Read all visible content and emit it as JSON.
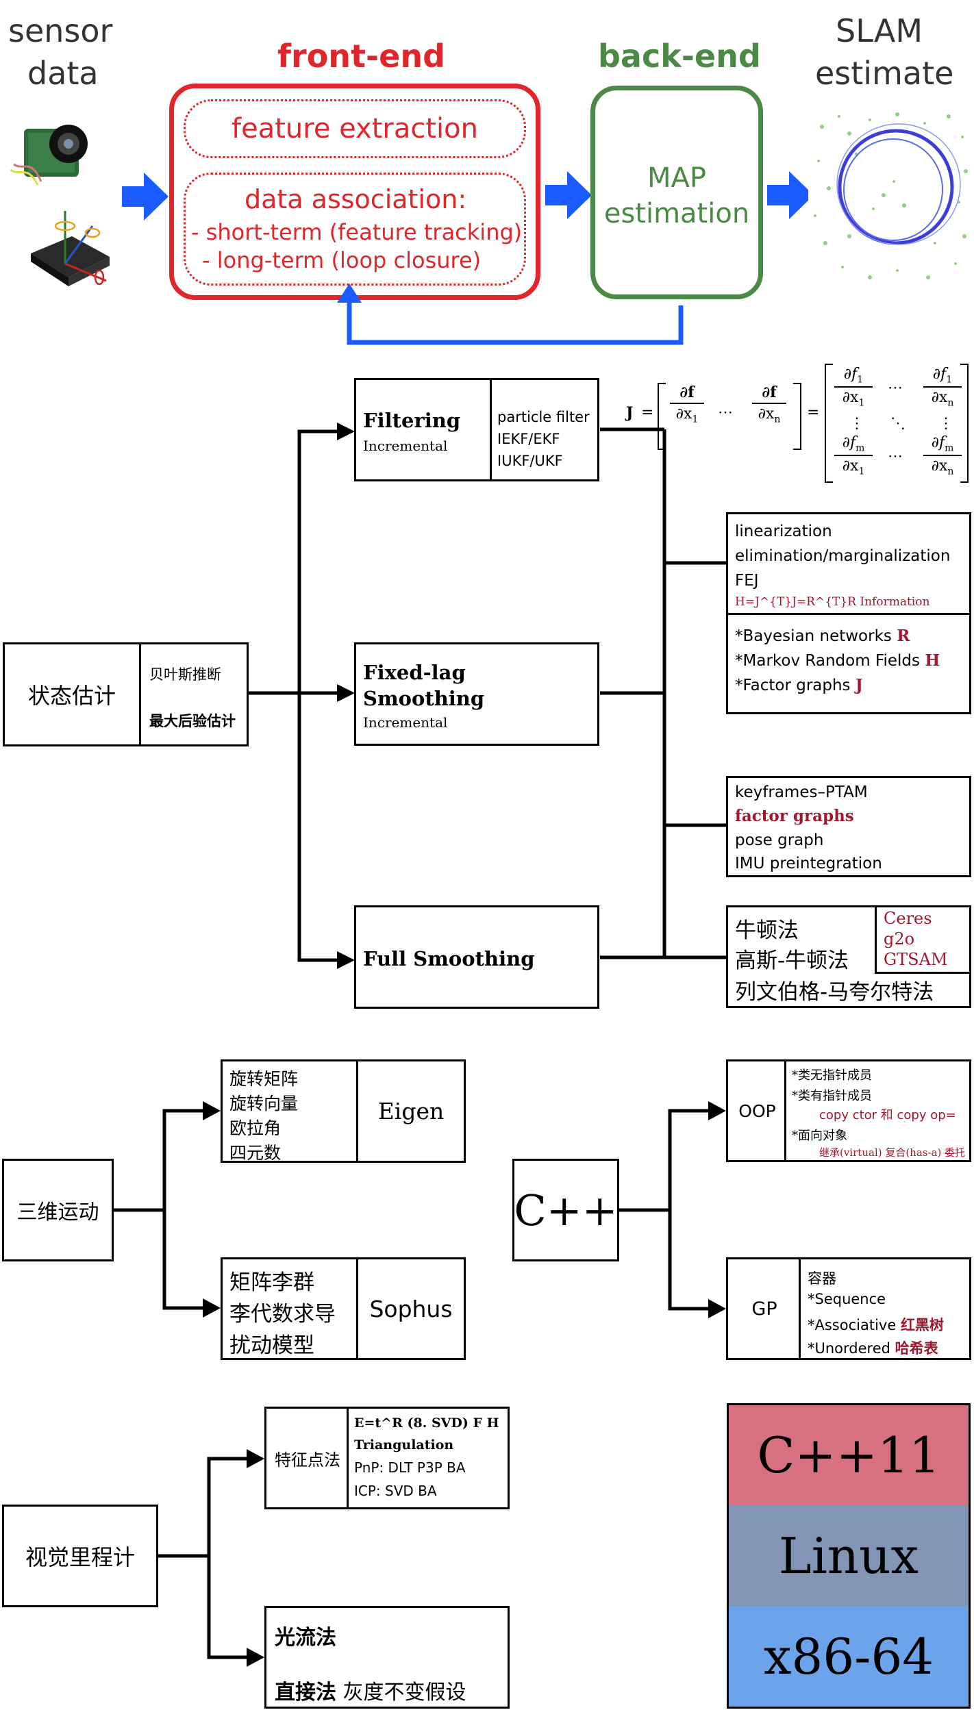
{
  "top": {
    "sensor_line1": "sensor",
    "sensor_line2": "data",
    "frontend_title": "front-end",
    "feature_extraction": "feature extraction",
    "data_association": "data association:",
    "short_term": "- short-term (feature tracking)",
    "long_term": "- long-term (loop closure)",
    "backend_title": "back-end",
    "map_line1": "MAP",
    "map_line2": "estimation",
    "slam_line1": "SLAM",
    "slam_line2": "estimate",
    "colors": {
      "red": "#e0252b",
      "green": "#4a8a45",
      "blue": "#1a5cff"
    }
  },
  "state": {
    "root": "状态估计",
    "root_items": [
      "贝叶斯推断",
      "最大后验估计"
    ],
    "filtering_title": "Filtering",
    "filtering_sub": "Incremental",
    "filtering_items": [
      "particle filter",
      "IEKF/EKF",
      "IUKF/UKF"
    ],
    "fixedlag_title1": "Fixed-lag",
    "fixedlag_title2": "Smoothing",
    "fixedlag_sub": "Incremental",
    "full_title": "Full Smoothing",
    "lin_items": [
      "linearization",
      "elimination/marginalization",
      "FEJ"
    ],
    "lin_red": "H=J^{T}J=R^{T}R Information",
    "graph_items": [
      {
        "text": "*Bayesian networks ",
        "mark": "R"
      },
      {
        "text": "*Markov Random Fields ",
        "mark": "H"
      },
      {
        "text": "*Factor graphs ",
        "mark": "J"
      }
    ],
    "kf_items": [
      "keyframes–PTAM",
      "factor graphs",
      "pose graph",
      "IMU preintegration"
    ],
    "opt_items": [
      "牛顿法",
      "高斯-牛顿法",
      "列文伯格-马夸尔特法"
    ],
    "libs": [
      "Ceres",
      "g2o",
      "GTSAM"
    ],
    "jacobian": {
      "J": "J",
      "eq": "=",
      "df": "∂f",
      "dx1": "∂x",
      "sub1": "1",
      "subn": "n",
      "subm": "m",
      "f": "f",
      "cdots": "⋯",
      "vdots": "⋮",
      "ddots": "⋱"
    }
  },
  "motion": {
    "root": "三维运动",
    "eigen_items": [
      "旋转矩阵",
      "旋转向量",
      "欧拉角",
      "四元数"
    ],
    "eigen": "Eigen",
    "sophus_items": [
      "矩阵李群",
      "李代数求导",
      "扰动模型"
    ],
    "sophus": "Sophus"
  },
  "cpp": {
    "root": "C++",
    "oop": "OOP",
    "oop_items": [
      "*类无指针成员",
      "*类有指针成员",
      "copy ctor 和 copy op=",
      "*面向对象",
      "继承(virtual) 复合(has-a) 委托"
    ],
    "gp": "GP",
    "gp_title": "容器",
    "gp_items": [
      {
        "text": "*Sequence",
        "mark": ""
      },
      {
        "text": "*Associative ",
        "mark": "红黑树"
      },
      {
        "text": "*Unordered  ",
        "mark": "哈希表"
      }
    ]
  },
  "vo": {
    "root": "视觉里程计",
    "feature": "特征点法",
    "feature_items": [
      "E=t^R (8. SVD) F H",
      "Triangulation",
      "PnP: DLT P3P BA",
      "ICP: SVD BA"
    ],
    "flow": "光流法",
    "direct": "直接法",
    "direct_note": " 灰度不变假设"
  },
  "stack": {
    "items": [
      {
        "label": "C++11",
        "color": "#d7707f"
      },
      {
        "label": "Linux",
        "color": "#8295b5"
      },
      {
        "label": "x86-64",
        "color": "#6ba4ea"
      }
    ]
  }
}
